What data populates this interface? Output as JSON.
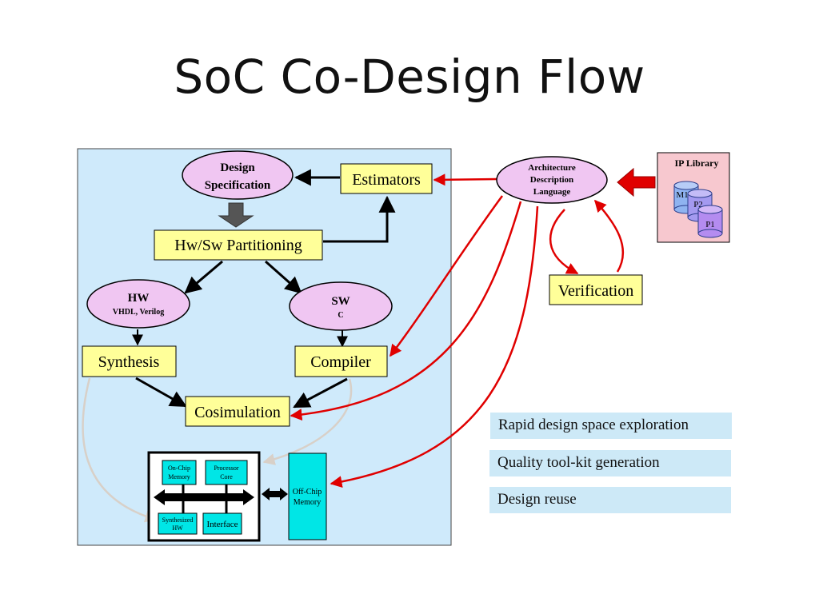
{
  "title": "SoC Co-Design Flow",
  "nodes": {
    "design_spec": [
      "Design",
      "Specification"
    ],
    "estimators": "Estimators",
    "partitioning": "Hw/Sw Partitioning",
    "hw": {
      "title": "HW",
      "sub": "VHDL, Verilog"
    },
    "sw": {
      "title": "SW",
      "sub": "C"
    },
    "synthesis": "Synthesis",
    "compiler": "Compiler",
    "cosimulation": "Cosimulation",
    "adl": [
      "Architecture",
      "Description",
      "Language"
    ],
    "verification": "Verification",
    "ip_library": {
      "title": "IP Library",
      "items": [
        "M1",
        "P2",
        "P1"
      ]
    },
    "chip": {
      "on_chip_memory": [
        "On-Chip",
        "Memory"
      ],
      "processor_core": [
        "Processor",
        "Core"
      ],
      "synthesized_hw": [
        "Synthesized",
        "HW"
      ],
      "interface": "Interface",
      "off_chip_memory": [
        "Off-Chip",
        "Memory"
      ]
    }
  },
  "bullets": [
    "Rapid design space exploration",
    "Quality tool-kit generation",
    "Design reuse"
  ],
  "colors": {
    "panel": "#cfeafb",
    "box": "#ffff99",
    "ellipse": "#f0c6f2",
    "red_arrow": "#e00000",
    "chip_block": "#00e6e6",
    "ip_panel": "#f7c8cf",
    "bullet_bg": "#cde9f7"
  }
}
